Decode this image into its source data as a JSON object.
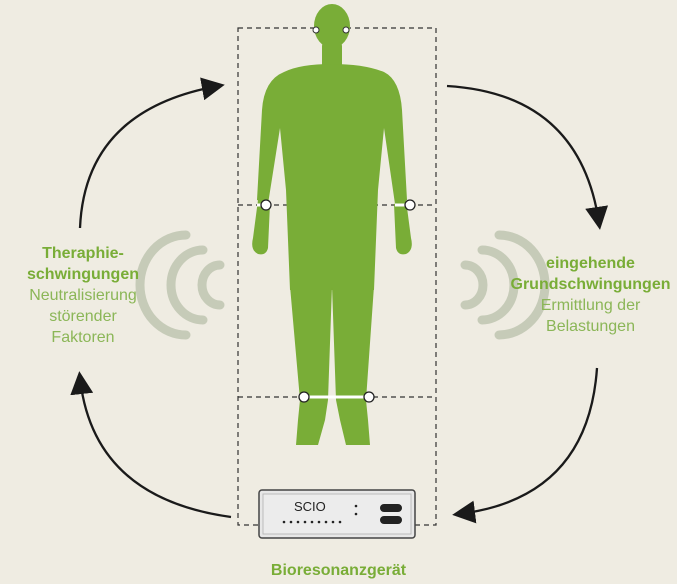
{
  "left_text": {
    "title_line1": "Theraphie-",
    "title_line2": "schwingungen",
    "line1": "Neutralisierung",
    "line2": "störender",
    "line3": "Faktoren"
  },
  "right_text": {
    "title_line1": "eingehende",
    "title_line2": "Grundschwingungen",
    "line1": "Ermittlung der",
    "line2": "Belastungen"
  },
  "device": {
    "brand": "SCIO"
  },
  "bottom_label": "Bioresonanzgerät",
  "colors": {
    "background": "#efece2",
    "figure_green": "#79ad37",
    "text_green": "#79ad37",
    "wave_gray": "#c6cbb8",
    "arrow": "#1a1a1a"
  }
}
